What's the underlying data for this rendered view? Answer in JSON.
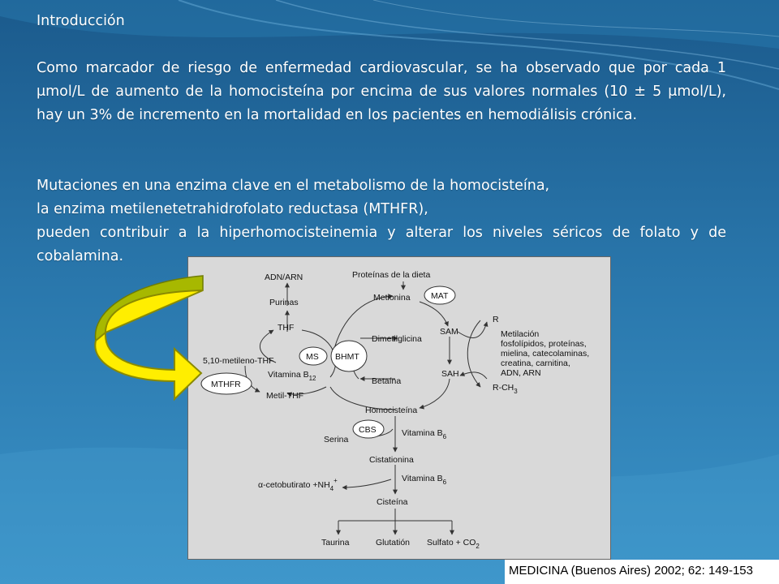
{
  "slide": {
    "title": "Introducción",
    "paragraph1": "Como marcador de riesgo de enfermedad cardiovascular, se ha observado que por cada 1 μmol/L de aumento de la homocisteína por encima de sus valores normales (10 ± 5 μmol/L), hay un 3% de incremento en la mortalidad en los pacientes en hemodiálisis crónica.",
    "paragraph2_line1": "Mutaciones en una enzima clave en el metabolismo de la homocisteína,",
    "paragraph2_line2": "la enzima metilenetetrahidrofolato reductasa (MTHFR),",
    "paragraph2_line3": "pueden contribuir a la  hiperhomocisteinemia y alterar los niveles séricos de folato  y de cobalamina.",
    "citation": "MEDICINA (Buenos Aires) 2002; 62: 149-153"
  },
  "diagram": {
    "adn_arn": "ADN/ARN",
    "purinas": "Purinas",
    "thf": "THF",
    "metileno_thf": "5,10-metileno-THF",
    "mthfr": "MTHFR",
    "metil_thf": "Metil-THF",
    "ms": "MS",
    "vitamina_b12": "Vitamina B",
    "b12_sub": "12",
    "proteinas_dieta": "Proteínas de la dieta",
    "metionina": "Metionina",
    "mat": "MAT",
    "sam": "SAM",
    "sah": "SAH",
    "bhmt": "BHMT",
    "dimetilglicina": "Dimetilglicina",
    "betaina": "Betaína",
    "homocisteina": "Homocisteína",
    "r": "R",
    "metilacion": "Metilación",
    "metil_line1": "fosfolípidos, proteínas,",
    "metil_line2": "mielina, catecolaminas,",
    "metil_line3": "creatina, carnitina,",
    "metil_line4": "ADN, ARN",
    "r_ch3": "R-CH",
    "ch3_sub": "3",
    "cbs": "CBS",
    "serina": "Serina",
    "vitamina_b6_1": "Vitamina B",
    "b6_sub_1": "6",
    "cistationina": "Cistationina",
    "cetobutirato": "α-cetobutirato +NH",
    "nh4_sub": "4",
    "nh4_sup": "+",
    "vitamina_b6_2": "Vitamina B",
    "b6_sub_2": "6",
    "cisteina": "Cisteína",
    "taurina": "Taurina",
    "glutation": "Glutatión",
    "sulfato": "Sulfato + CO",
    "co2_sub": "2"
  },
  "colors": {
    "arrow_fill": "#ffee00",
    "arrow_shadow": "#a7b800",
    "background": "#1e6496"
  }
}
